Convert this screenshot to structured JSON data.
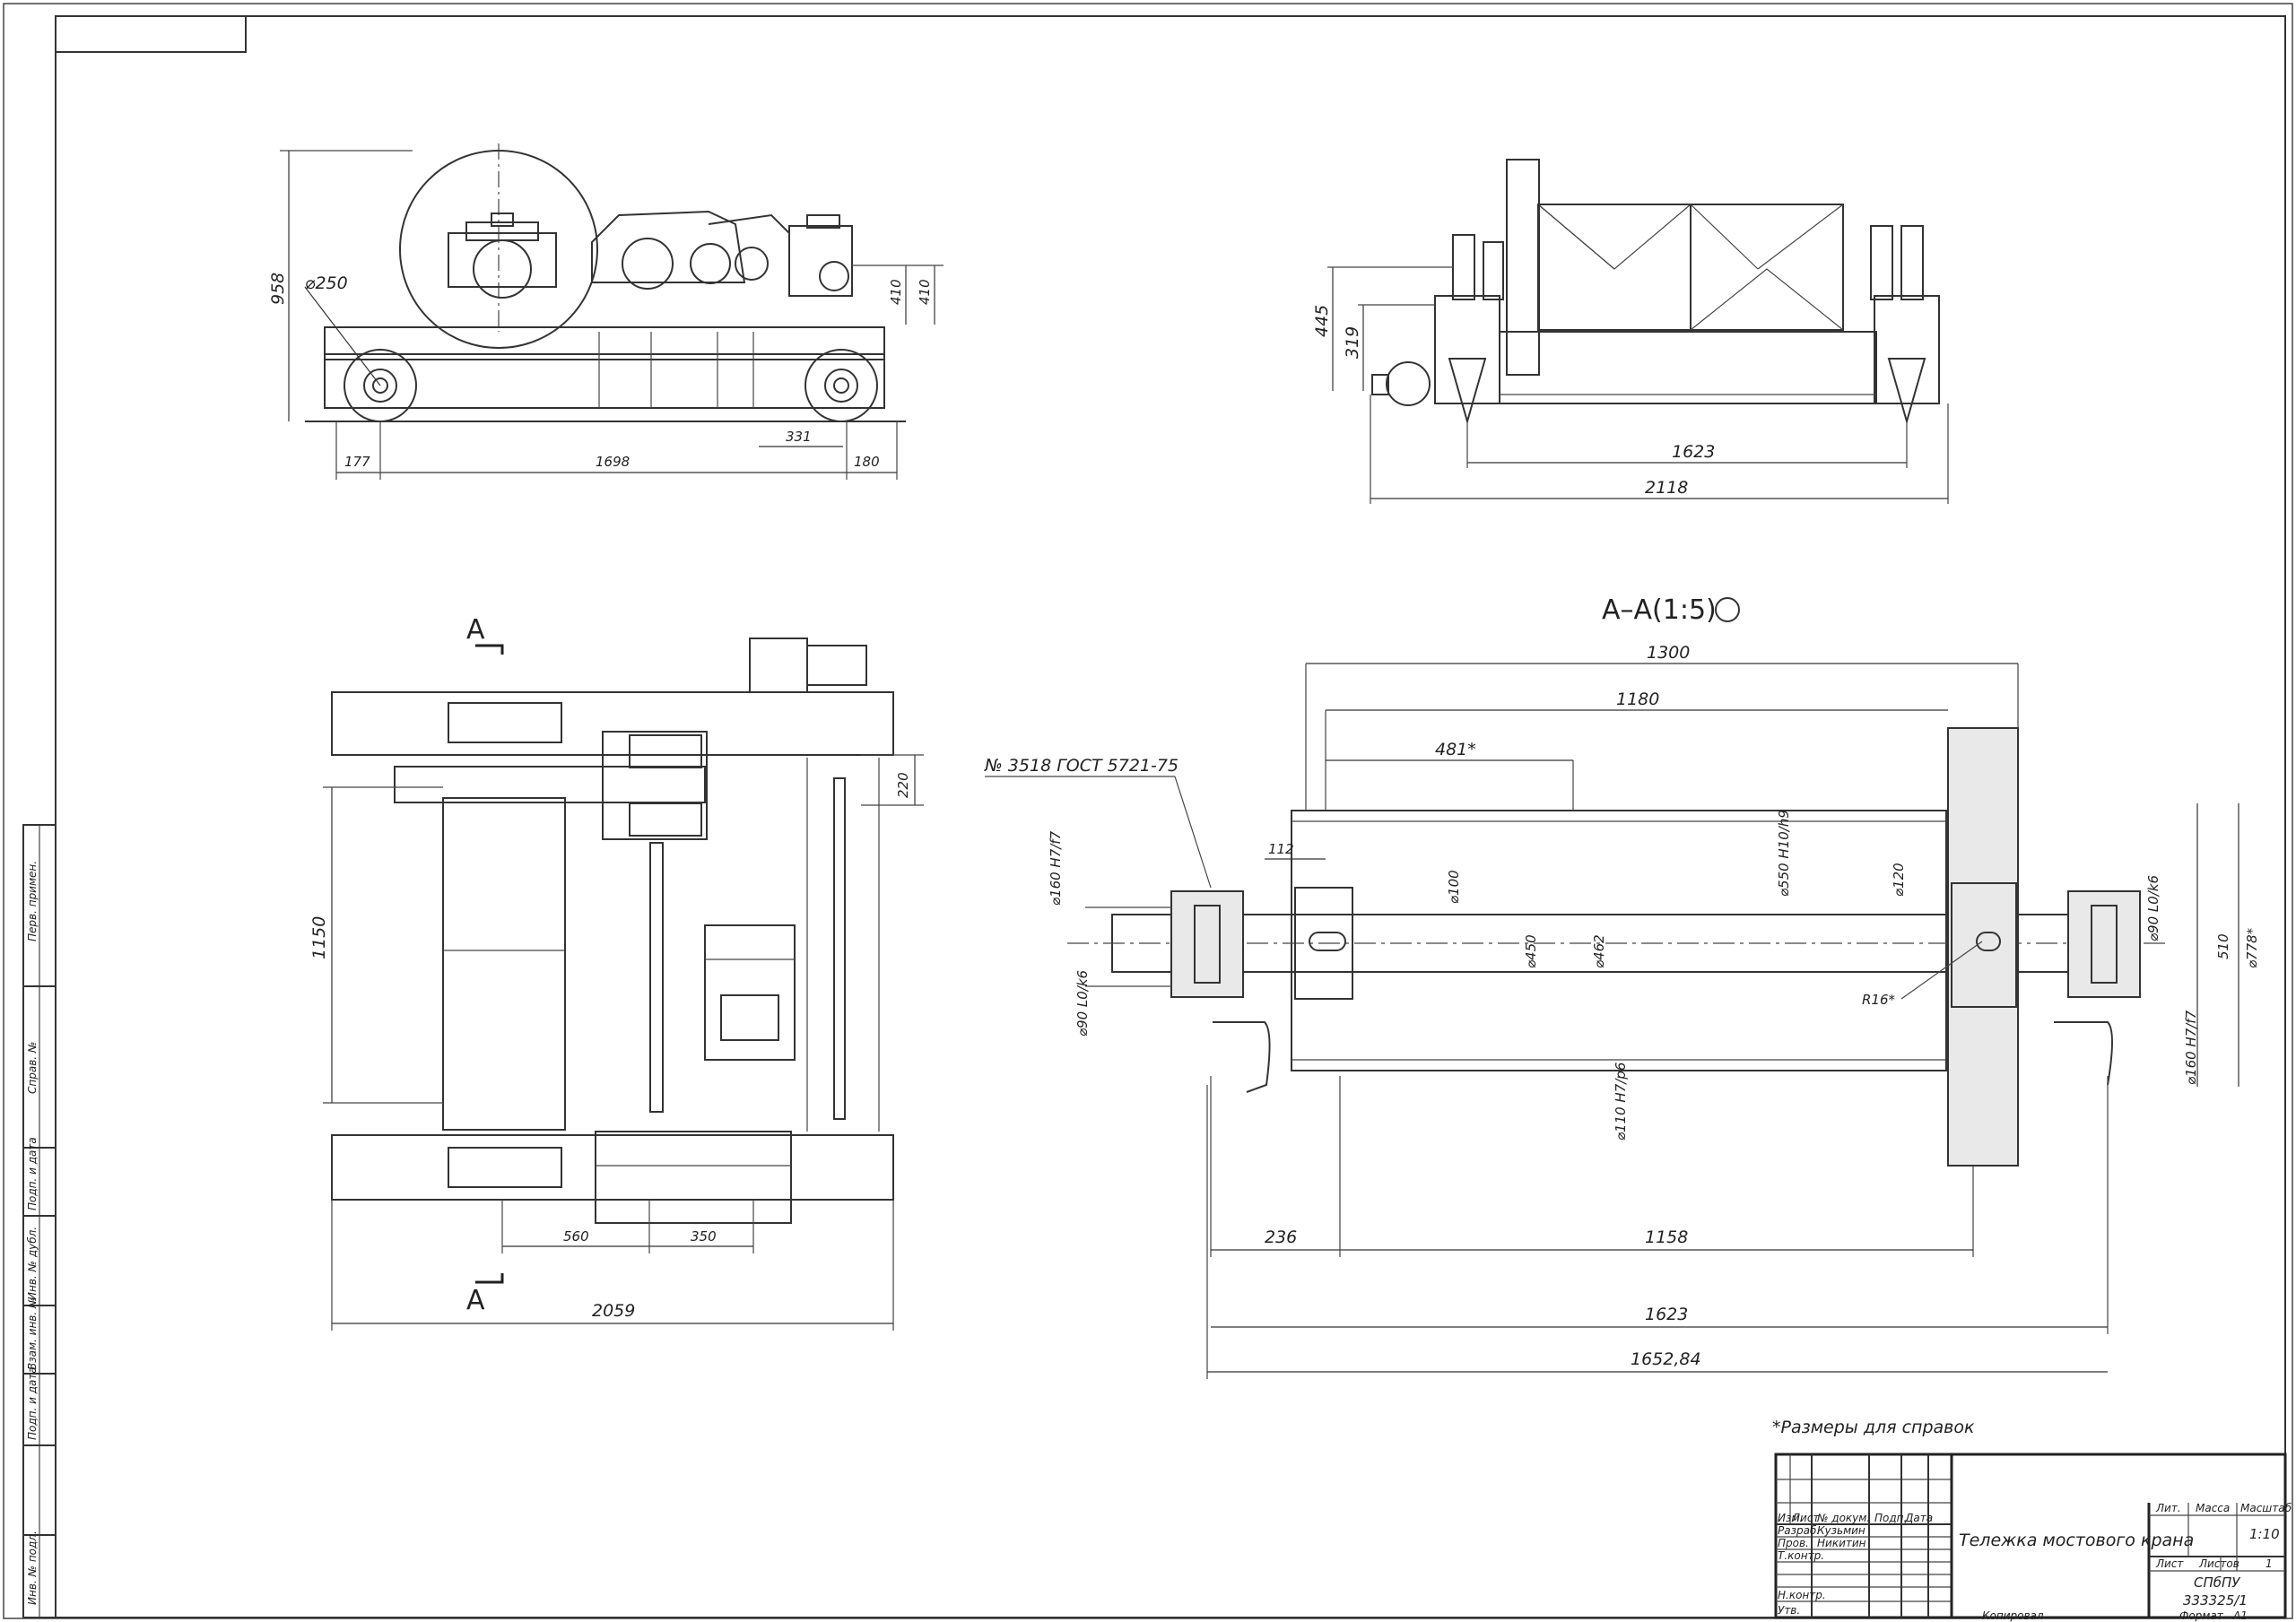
{
  "sheet": {
    "note": "*Размеры для справок",
    "title_block": {
      "title": "Тележка мостового крана",
      "designation": "СПбПУ",
      "doc_number": "333325/1",
      "scale": "1:10",
      "sheet_no": "1",
      "lit_label": "Лит.",
      "mass_label": "Масса",
      "scale_label": "Масштаб",
      "sheet_label": "Лист",
      "sheets_label": "Листов",
      "row_labels": [
        "Изм.",
        "Лист",
        "№ докум.",
        "Подп.",
        "Дата"
      ],
      "people": [
        {
          "role": "Разраб.",
          "name": "Кузьмин"
        },
        {
          "role": "Пров.",
          "name": "Никитин"
        },
        {
          "role": "Т.контр.",
          "name": ""
        },
        {
          "role": "Н.контр.",
          "name": ""
        },
        {
          "role": "Утв.",
          "name": ""
        }
      ],
      "copied": "Копировал",
      "format_label": "Формат",
      "format": "А1"
    },
    "side_stamp": [
      "Перв. примен.",
      "Справ. №",
      "Подп. и дата",
      "Инв. № дубл.",
      "Взам. инв. №",
      "Подп. и дата",
      "Инв. № подл."
    ]
  },
  "front_view": {
    "dims": {
      "h958": "958",
      "d250": "⌀250",
      "h410a": "410",
      "h410b": "410",
      "d331": "331",
      "d177": "177",
      "d1698": "1698",
      "d180": "180"
    }
  },
  "side_view": {
    "dims": {
      "h445": "445",
      "h319": "319",
      "d1623": "1623",
      "d2118": "2118"
    }
  },
  "plan_view": {
    "section_mark": "A",
    "dims": {
      "h220": "220",
      "h1150": "1150",
      "d560": "560",
      "d350": "350",
      "d2059": "2059"
    }
  },
  "section_view": {
    "title": "A–A(1:5)",
    "bearing_note": "№ 3518 ГОСТ 5721-75",
    "dims": {
      "d1300": "1300",
      "d1180": "1180",
      "d481": "481*",
      "d112": "112",
      "d236": "236",
      "d1158": "1158",
      "d1623": "1623",
      "d1652": "1652,84",
      "phi160": "⌀160 H7/f7",
      "phi90a": "⌀90 L0/k6",
      "phi100": "⌀100",
      "phi450": "⌀450",
      "phi462": "⌀462",
      "phi550": "⌀550 H10/h9",
      "phi120": "⌀120",
      "phi90b": "⌀90 L0/k6",
      "phi160b": "⌀160 H7/f7",
      "phi110": "⌀110 H7/p6",
      "phi510": "510",
      "phi778": "⌀778*",
      "r16": "R16*"
    }
  }
}
